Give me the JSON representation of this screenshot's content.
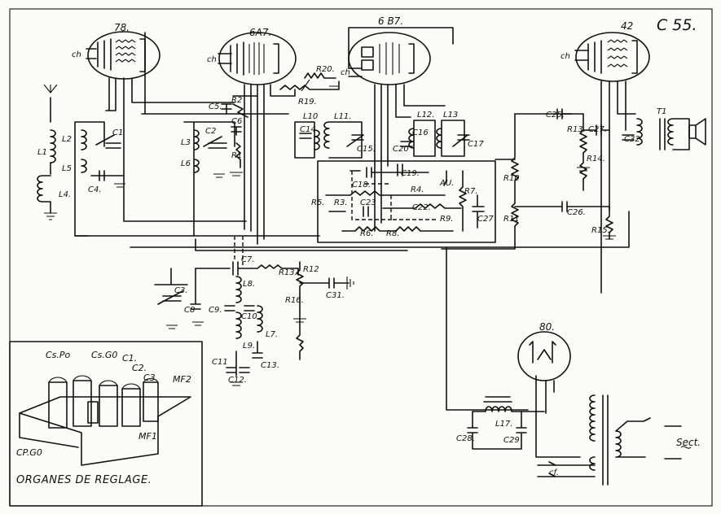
{
  "schematic": {
    "model": "C 55.",
    "tubes": [
      {
        "key": "t78",
        "label": "78."
      },
      {
        "key": "t6a7",
        "label": "6A7."
      },
      {
        "key": "t6b7",
        "label": "6 B7."
      },
      {
        "key": "t42",
        "label": "42"
      },
      {
        "key": "t80",
        "label": "80."
      }
    ],
    "components": [
      {
        "key": "ch1",
        "label": "ch"
      },
      {
        "key": "ch2",
        "label": "ch"
      },
      {
        "key": "ch3",
        "label": "ch"
      },
      {
        "key": "ch4",
        "label": "ch"
      },
      {
        "key": "C1",
        "label": "C1"
      },
      {
        "key": "C2",
        "label": "C2"
      },
      {
        "key": "C3",
        "label": "C3."
      },
      {
        "key": "C4",
        "label": "C4."
      },
      {
        "key": "C5",
        "label": "C5."
      },
      {
        "key": "C6",
        "label": "C6"
      },
      {
        "key": "C7",
        "label": "C7."
      },
      {
        "key": "C8",
        "label": "C8"
      },
      {
        "key": "C9",
        "label": "C9."
      },
      {
        "key": "C10",
        "label": "C10"
      },
      {
        "key": "C11",
        "label": "C11"
      },
      {
        "key": "C12",
        "label": "C12."
      },
      {
        "key": "C13",
        "label": "C13."
      },
      {
        "key": "C14",
        "label": "C14"
      },
      {
        "key": "C15",
        "label": "C15."
      },
      {
        "key": "C16",
        "label": "C16"
      },
      {
        "key": "C17",
        "label": "C17"
      },
      {
        "key": "C18",
        "label": "C18."
      },
      {
        "key": "C19",
        "label": "C19."
      },
      {
        "key": "C20",
        "label": "C20"
      },
      {
        "key": "C22",
        "label": "C22."
      },
      {
        "key": "C23",
        "label": "C23"
      },
      {
        "key": "C25",
        "label": "C25."
      },
      {
        "key": "C26",
        "label": "C26."
      },
      {
        "key": "C27",
        "label": "C27."
      },
      {
        "key": "C27b",
        "label": "C27"
      },
      {
        "key": "C28",
        "label": "C28."
      },
      {
        "key": "C29",
        "label": "C29"
      },
      {
        "key": "C31",
        "label": "C31."
      },
      {
        "key": "C32",
        "label": "C32"
      },
      {
        "key": "L1",
        "label": "L1"
      },
      {
        "key": "L2",
        "label": "L2"
      },
      {
        "key": "L3",
        "label": "L3"
      },
      {
        "key": "L4",
        "label": "L4."
      },
      {
        "key": "L5",
        "label": "L5"
      },
      {
        "key": "L6",
        "label": "L6"
      },
      {
        "key": "L7",
        "label": "L7."
      },
      {
        "key": "L8",
        "label": "L8."
      },
      {
        "key": "L9",
        "label": "L9."
      },
      {
        "key": "L10",
        "label": "L10"
      },
      {
        "key": "L11",
        "label": "L11."
      },
      {
        "key": "L12",
        "label": "L12."
      },
      {
        "key": "L13",
        "label": "L13"
      },
      {
        "key": "L17",
        "label": "L17."
      },
      {
        "key": "R1",
        "label": "R1"
      },
      {
        "key": "R2",
        "label": "R2"
      },
      {
        "key": "R3",
        "label": "R3."
      },
      {
        "key": "R4",
        "label": "R4."
      },
      {
        "key": "R5",
        "label": "R5."
      },
      {
        "key": "R6",
        "label": "R6."
      },
      {
        "key": "R7",
        "label": "R7."
      },
      {
        "key": "R8",
        "label": "R8."
      },
      {
        "key": "R9",
        "label": "R9."
      },
      {
        "key": "R10",
        "label": "R10"
      },
      {
        "key": "R11",
        "label": "R11"
      },
      {
        "key": "R12",
        "label": "R12"
      },
      {
        "key": "R13",
        "label": "R13."
      },
      {
        "key": "R13b",
        "label": "R13."
      },
      {
        "key": "R14",
        "label": "R14."
      },
      {
        "key": "R15",
        "label": "R15."
      },
      {
        "key": "R16",
        "label": "R16."
      },
      {
        "key": "R19",
        "label": "R19."
      },
      {
        "key": "R20",
        "label": "R20."
      },
      {
        "key": "AU",
        "label": "AU."
      },
      {
        "key": "T1",
        "label": "T1"
      },
      {
        "key": "sect",
        "label": "Sect."
      },
      {
        "key": "cf",
        "label": "cf."
      }
    ]
  },
  "inset": {
    "caption": "ORGANES DE REGLAGE.",
    "labels": [
      {
        "key": "csp",
        "label": "Cs.Po"
      },
      {
        "key": "csg",
        "label": "Cs.G0"
      },
      {
        "key": "ic1",
        "label": "C1."
      },
      {
        "key": "ic2",
        "label": "C2."
      },
      {
        "key": "ic3",
        "label": "C3."
      },
      {
        "key": "mf2",
        "label": "MF2"
      },
      {
        "key": "mf1",
        "label": "MF1"
      },
      {
        "key": "cpg",
        "label": "CP.G0"
      }
    ]
  }
}
